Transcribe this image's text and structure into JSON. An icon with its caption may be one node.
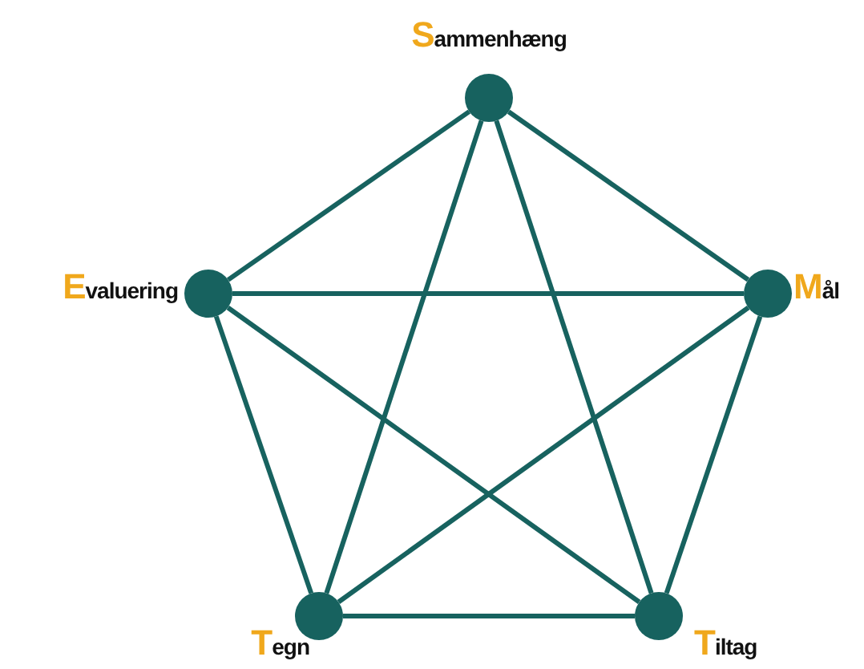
{
  "diagram": {
    "nodes": [
      {
        "text": [
          "Sammenhæng"
        ]
      },
      {
        "text": [
          "Mål"
        ]
      },
      {
        "text": [
          "Tiltag"
        ]
      },
      {
        "text": [
          "Tegn"
        ]
      },
      {
        "text": [
          "Evaluering"
        ]
      }
    ],
    "edges": [
      {
        "from": 0,
        "to": 1,
        "arrow": "none"
      },
      {
        "from": 0,
        "to": 2,
        "arrow": "none"
      },
      {
        "from": 0,
        "to": 3,
        "arrow": "none"
      },
      {
        "from": 0,
        "to": 4,
        "arrow": "none"
      },
      {
        "from": 1,
        "to": 2,
        "arrow": "none"
      },
      {
        "from": 1,
        "to": 3,
        "arrow": "none"
      },
      {
        "from": 1,
        "to": 4,
        "arrow": "none"
      },
      {
        "from": 2,
        "to": 3,
        "arrow": "none"
      },
      {
        "from": 2,
        "to": 4,
        "arrow": "none"
      },
      {
        "from": 3,
        "to": 4,
        "arrow": "none"
      }
    ]
  }
}
